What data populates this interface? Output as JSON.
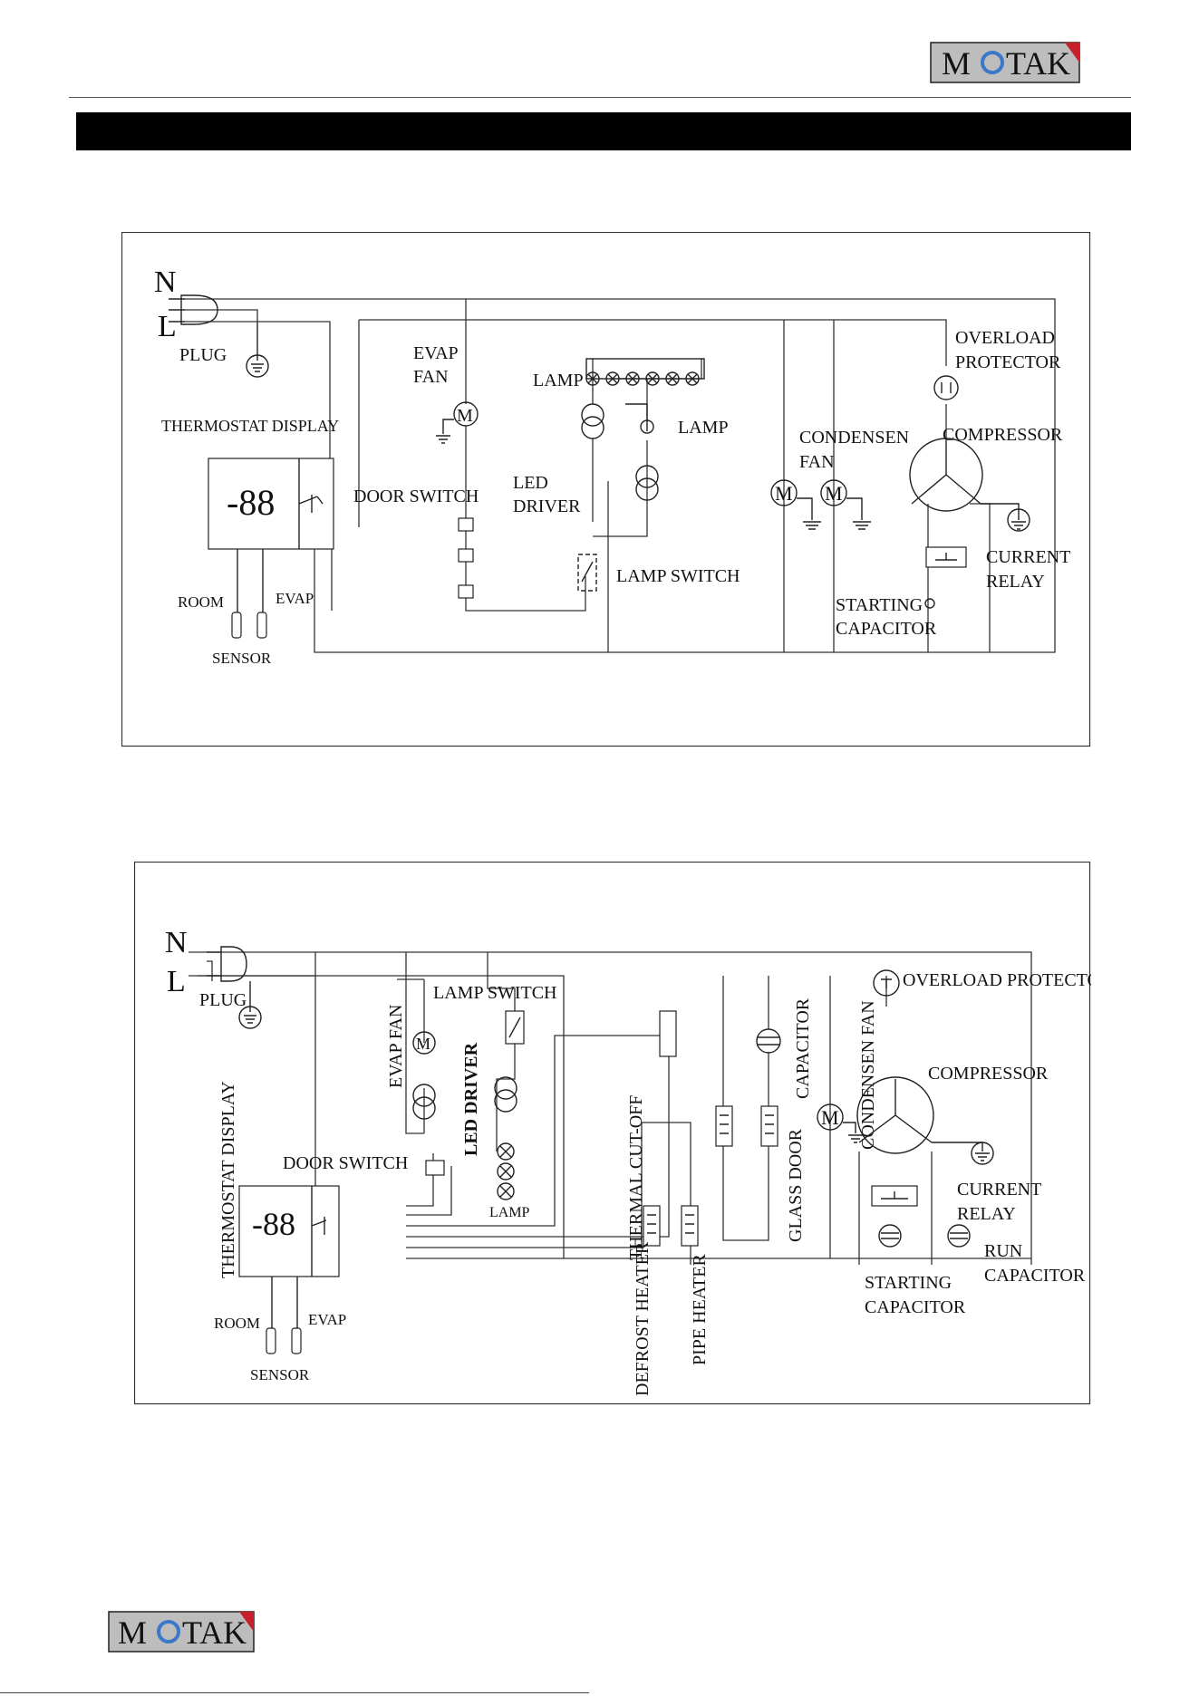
{
  "brand": {
    "name_prefix": "M",
    "name_o": "O",
    "name_suffix": "TAK",
    "colors": {
      "tile_bg": "#bdbdbd",
      "tile_border": "#222222",
      "o_ring": "#3a78c9",
      "accent_stripe": "#c8202a",
      "text": "#111111"
    }
  },
  "diagram1": {
    "labels": {
      "n": "N",
      "l": "L",
      "plug": "PLUG",
      "evap": "EVAP",
      "fan": "FAN",
      "lamp_bank": "LAMP",
      "lamp_single": "LAMP",
      "overload": "OVERLOAD",
      "protector": "PROTECTOR",
      "thermostat_display": "THERMOSTAT DISPLAY",
      "door_switch": "DOOR SWITCH",
      "led": "LED",
      "driver": "DRIVER",
      "condensen": "CONDENSEN",
      "condensen_fan": "FAN",
      "compressor": "COMPRESSOR",
      "current": "CURRENT",
      "relay": "RELAY",
      "lamp_switch": "LAMP SWITCH",
      "starting": "STARTING",
      "capacitor": "CAPACITOR",
      "room": "ROOM",
      "evap_sensor": "EVAP",
      "sensor": "SENSOR",
      "display_digits": "-88",
      "motor": "M"
    }
  },
  "diagram2": {
    "labels": {
      "n": "N",
      "l": "L",
      "plug": "PLUG",
      "evap_fan": "EVAP FAN",
      "lamp_switch": "LAMP SWITCH",
      "led_driver": "LED DRIVER",
      "lamp": "LAMP",
      "thermal_cutoff": "THERMAL CUT-OFF",
      "capacitor_v": "CAPACITOR",
      "condensen_fan": "CONDENSEN FAN",
      "overload_protector": "OVERLOAD PROTECTOR",
      "compressor": "COMPRESSOR",
      "thermostat_display": "THERMOSTAT DISPLAY",
      "door_switch": "DOOR SWITCH",
      "glass_door": "GLASS DOOR",
      "defrost_heater": "DEFROST HEATER",
      "pipe_heater": "PIPE HEATER",
      "current": "CURRENT",
      "relay": "RELAY",
      "run": "RUN",
      "run_capacitor": "CAPACITOR",
      "starting": "STARTING",
      "starting_capacitor": "CAPACITOR",
      "room": "ROOM",
      "evap_sensor": "EVAP",
      "sensor": "SENSOR",
      "display_digits": "-88",
      "motor": "M"
    }
  }
}
